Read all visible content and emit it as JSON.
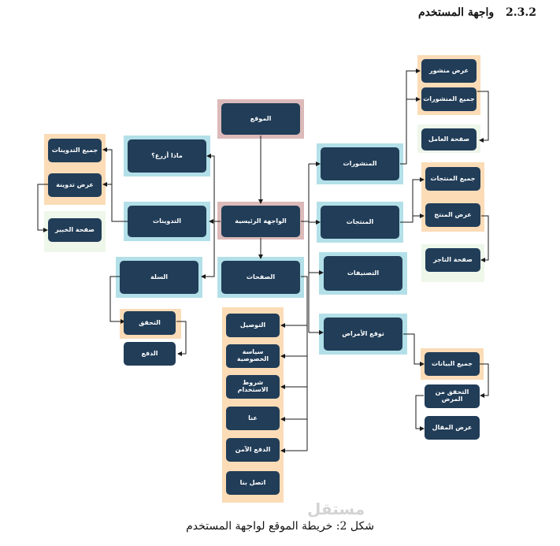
{
  "heading": {
    "number": "2.3.2",
    "title": "واجهة المستخدم"
  },
  "caption": "شكل 2: خريطة الموقع لواجهة المستخدم",
  "watermark": "مستقل",
  "colors": {
    "node": "#213d58",
    "cyan": "#b3e0e8",
    "peach": "#fbdcb7",
    "pink": "#dcbab9",
    "mint": "#eef7ea",
    "line": "#1a1a1a"
  },
  "nodes": {
    "site": "الموقع",
    "home": "الواجهة الرئيسية",
    "pages": "الصفحات",
    "posts": "المنشورات",
    "products": "المنتجات",
    "categories": "التصنيفات",
    "symptoms": "توقع الأمراض",
    "whatToPlant": "ماذا أزرع؟",
    "blogs": "التدوينات",
    "cart": "السلة",
    "viewPost": "عرض منشور",
    "allPosts": "جميع المنشورات",
    "workerPage": "صفحة العامل",
    "allProducts": "جميع المنتجات",
    "viewProduct": "عرض المنتج",
    "merchantPage": "صفحة التاجر",
    "allData": "جميع البيانات",
    "checkDisease": "التحقق من المرض",
    "viewArticle": "عرض المقال",
    "allBlogs": "جميع التدوينات",
    "viewBlog": "عرض تدوينة",
    "expertPage": "صفحة الخبير",
    "check": "التحقق",
    "pay": "الدفع",
    "delivery": "التوصيل",
    "privacy": "سياسة الخصوصية",
    "terms": "شروط الاستخدام",
    "about": "عنا",
    "securePay": "الدفع الآمن",
    "contact": "اتصل بنا"
  }
}
